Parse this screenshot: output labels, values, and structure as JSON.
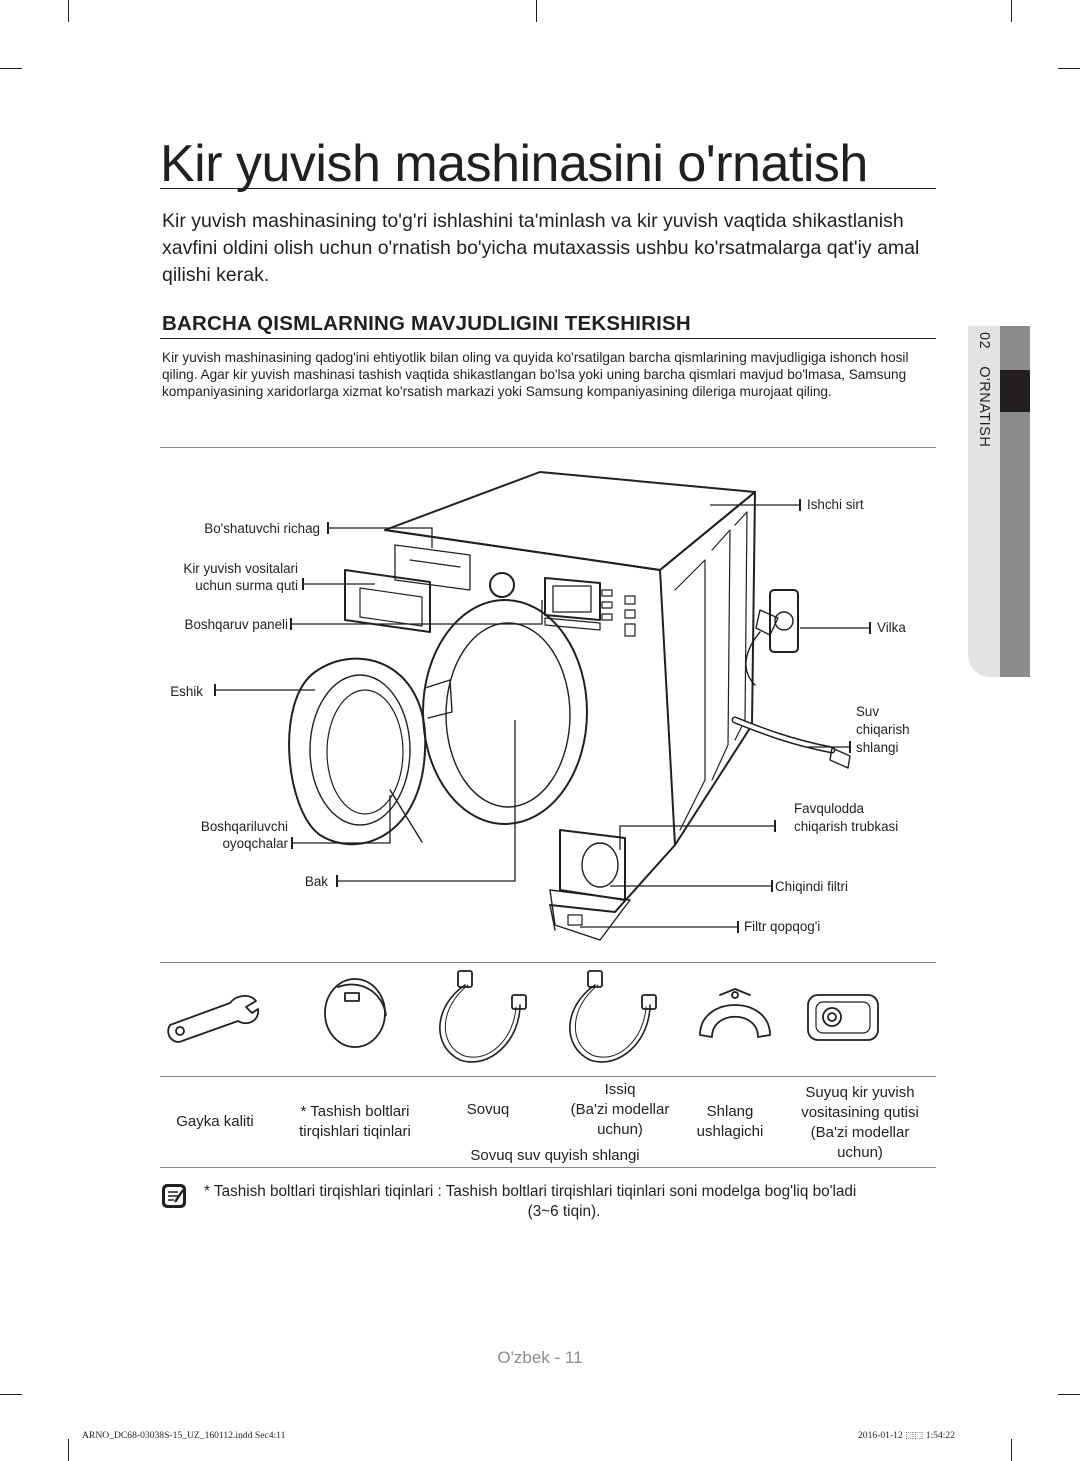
{
  "title": "Kir yuvish mashinasini o'rnatish",
  "intro": "Kir yuvish mashinasining to'g'ri ishlashini ta'minlash va kir yuvish vaqtida shikastlanish xavfini oldini olish uchun o'rnatish bo'yicha mutaxassis ushbu ko'rsatmalarga qat'iy amal qilishi kerak.",
  "section": {
    "heading": "BARCHA QISMLARNING MAVJUDLIGINI TEKSHIRISH",
    "paragraph": "Kir yuvish mashinasining qadog'ini ehtiyotlik bilan oling va quyida ko'rsatilgan barcha qismlarining mavjudligiga ishonch hosil qiling. Agar kir yuvish mashinasi tashish vaqtida shikastlangan bo'lsa yoki uning barcha qismlari mavjud bo'lmasa, Samsung kompaniyasining xaridorlarga xizmat ko'rsatish markazi yoki Samsung kompaniyasining dileriga murojaat qiling."
  },
  "side_tab": {
    "number": "02",
    "label": "O'RNATISH"
  },
  "diagram_labels": {
    "lever": "Bo'shatuvchi richag",
    "drawer_1": "Kir yuvish vositalari",
    "drawer_2": "uchun surma quti",
    "control_panel": "Boshqaruv paneli",
    "door": "Eshik",
    "feet_1": "Boshqariluvchi",
    "feet_2": "oyoqchalar",
    "drum": "Bak",
    "worktop": "Ishchi sirt",
    "plug": "Vilka",
    "drain_hose_1": "Suv",
    "drain_hose_2": "chiqarish",
    "drain_hose_3": "shlangi",
    "emergency_1": "Favqulodda",
    "emergency_2": "chiqarish trubkasi",
    "debris_filter": "Chiqindi filtri",
    "filter_cover": "Filtr qopqog'i"
  },
  "accessories": {
    "spanner": "Gayka kaliti",
    "caps_1": "* Tashish boltlari",
    "caps_2": "tirqishlari tiqinlari",
    "cold": "Sovuq",
    "hot_1": "Issiq",
    "hot_2": "(Ba'zi modellar",
    "hot_3": "uchun)",
    "hose_group": "Sovuq suv quyish shlangi",
    "holder_1": "Shlang",
    "holder_2": "ushlagichi",
    "liquid_1": "Suyuq kir yuvish",
    "liquid_2": "vositasining qutisi",
    "liquid_3": "(Ba'zi modellar",
    "liquid_4": "uchun)"
  },
  "note": {
    "lead": "* Tashish boltlari tirqishlari tiqinlari",
    "text": " : Tashish boltlari tirqishlari tiqinlari soni modelga bog'liq bo'ladi",
    "text2": "(3~6 tiqin)."
  },
  "footer": "O'zbek - 11",
  "slug_left": "ARNO_DC68-03038S-15_UZ_160112.indd   Sec4:11",
  "slug_right": "2016-01-12   ⬚⬚ 1:54:22"
}
